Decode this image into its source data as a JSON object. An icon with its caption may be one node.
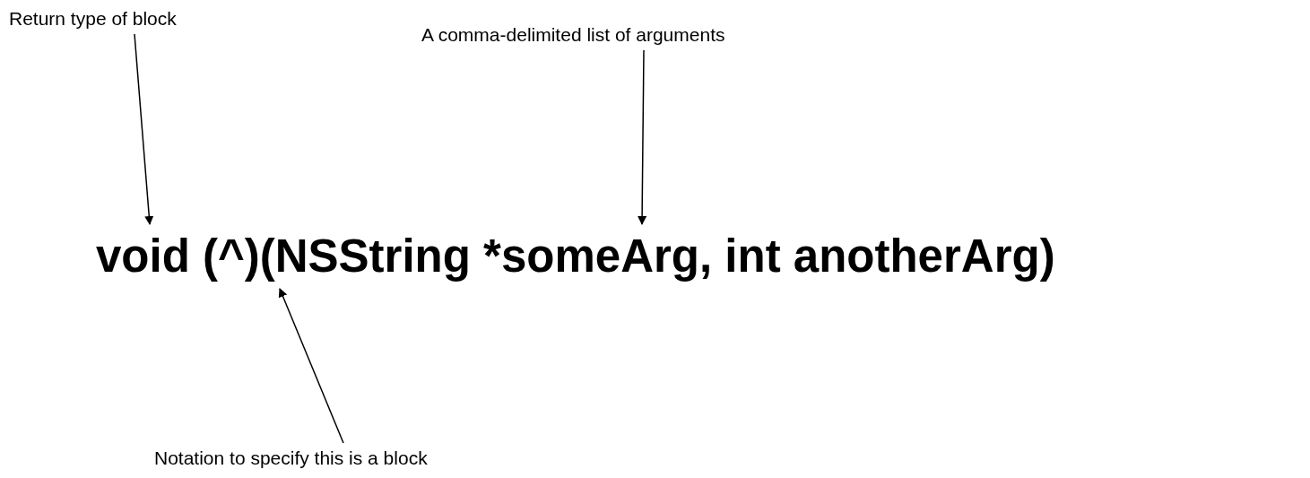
{
  "diagram": {
    "nodes": [
      {
        "text": [
          "Return type of block"
        ]
      },
      {
        "text": [
          "A comma-delimited list of arguments"
        ]
      },
      {
        "text": [
          "void (^)(NSString *someArg, int anotherArg)"
        ]
      },
      {
        "text": [
          "Notation to specify this is a block"
        ]
      }
    ],
    "edges": [
      {
        "from": 0,
        "to": 2,
        "arrow": "to"
      },
      {
        "from": 1,
        "to": 2,
        "arrow": "to"
      },
      {
        "from": 3,
        "to": 2,
        "arrow": "to"
      }
    ]
  }
}
